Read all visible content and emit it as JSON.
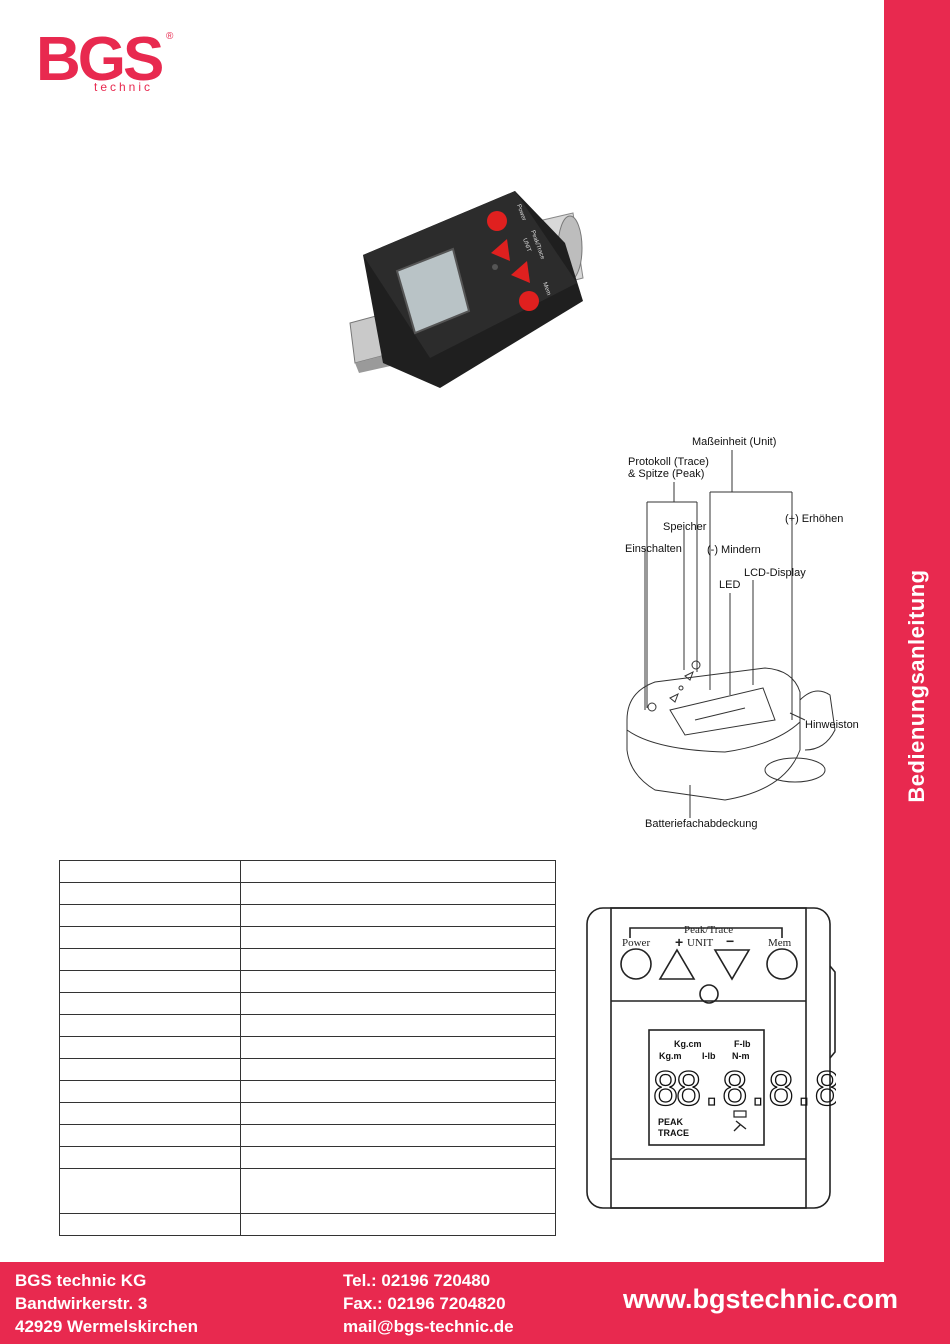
{
  "brand": {
    "logo_text": "BGS",
    "logo_sub": "technic",
    "registered": "®"
  },
  "sidebar": {
    "title": "Bedienungsanleitung"
  },
  "photo": {
    "buttons": {
      "power": "Power",
      "peak_trace": "Peak/Trace",
      "unit": "UNIT",
      "mem": "Mem"
    }
  },
  "diagram_labels": {
    "unit": "Maßeinheit (Unit)",
    "trace_line1": "Protokoll (Trace)",
    "trace_line2": "& Spitze (Peak)",
    "increase": "(+) Erhöhen",
    "memory": "Speicher",
    "power_on": "Einschalten",
    "decrease": "(-) Mindern",
    "lcd": "LCD-Display",
    "led": "LED",
    "beep": "Hinweiston",
    "battery": "Batteriefachabdeckung"
  },
  "spec_table": {
    "rows": 16,
    "tall_row_index": 14
  },
  "panel": {
    "peak_trace": "Peak/Trace",
    "power": "Power",
    "plus": "+",
    "unit": "UNIT",
    "minus": "−",
    "mem": "Mem",
    "lcd": {
      "kgcm": "Kg.cm",
      "flb": "F-lb",
      "kgm": "Kg.m",
      "ilb": "I-lb",
      "nm": "N-m",
      "digits": "88.8.8.8",
      "peak": "PEAK",
      "trace": "TRACE"
    }
  },
  "footer": {
    "company": "BGS technic KG",
    "street": "Bandwirkerstr. 3",
    "city": "42929 Wermelskirchen",
    "tel": "Tel.: 02196 720480",
    "fax": "Fax.: 02196 7204820",
    "mail": "mail@bgs-technic.de",
    "web": "www.bgstechnic.com"
  }
}
